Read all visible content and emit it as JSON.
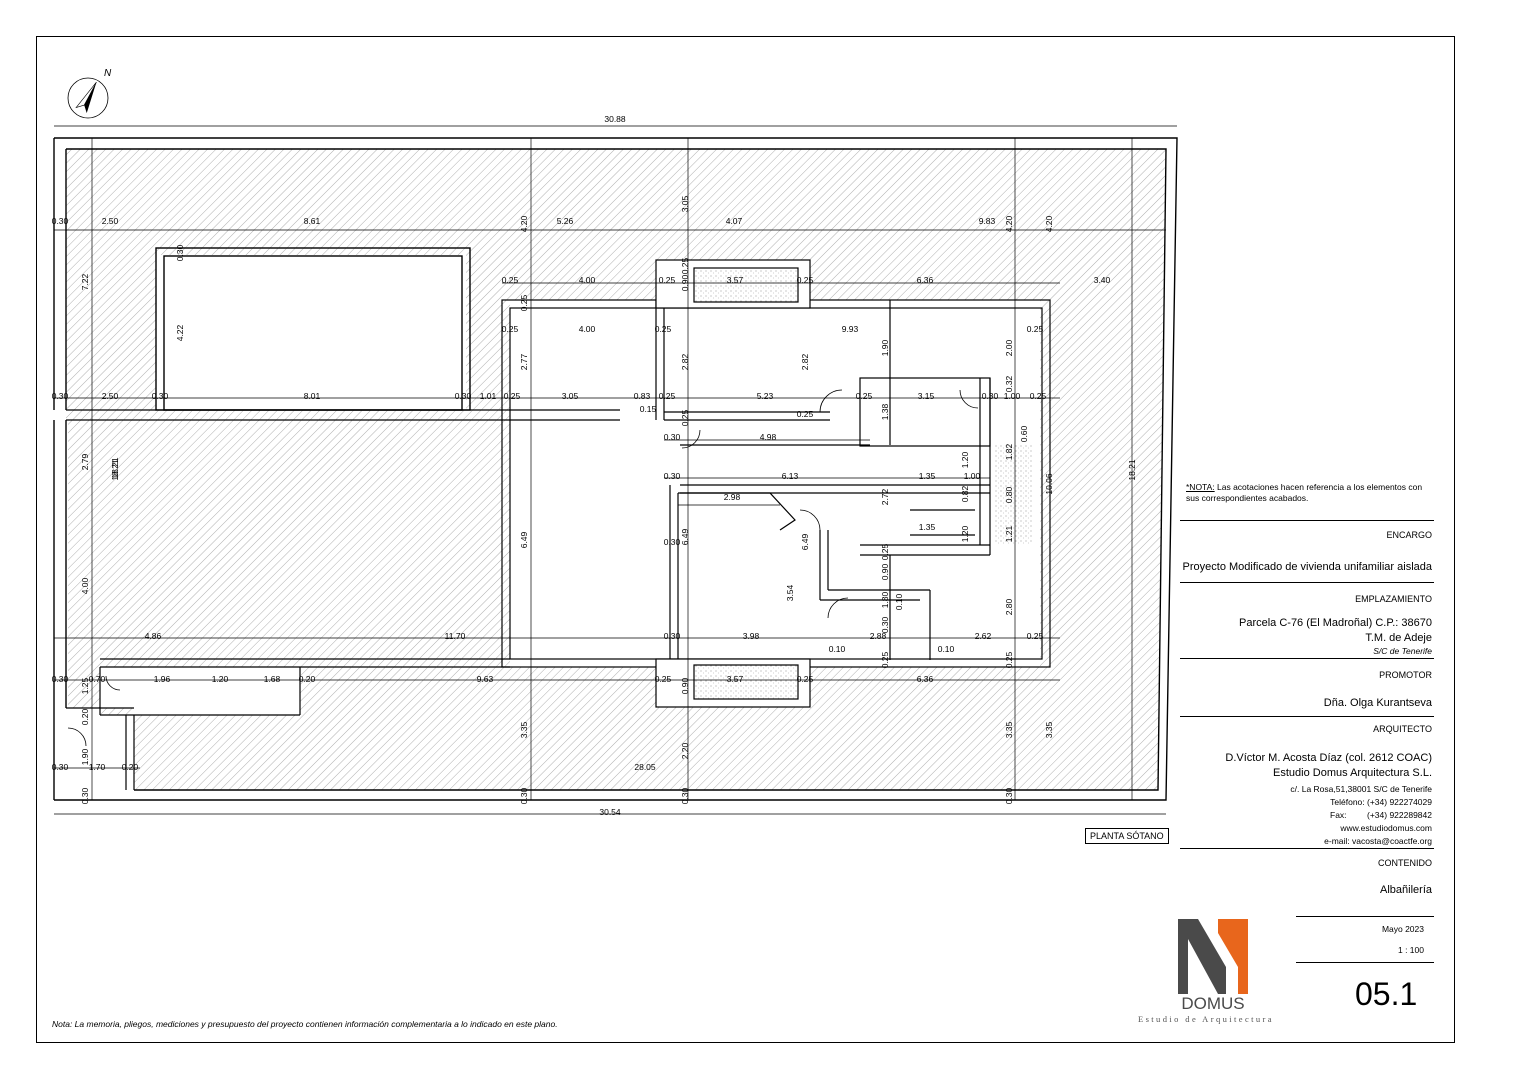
{
  "sheet": {
    "plan_label": "PLANTA SÓTANO",
    "north_label": "N",
    "note_prefix": "*NOTA:",
    "note_text": " Las acotaciones hacen referencia a los elementos con sus correspondientes acabados.",
    "bottom_note": "Nota: La memoria, pliegos, mediciones y presupuesto del proyecto contienen información complementaria a lo indicado en este plano."
  },
  "title_block": {
    "encargo_heading": "ENCARGO",
    "encargo": "Proyecto Modificado de vivienda unifamiliar aislada",
    "emplazamiento_heading": "EMPLAZAMIENTO",
    "emplazamiento_line1": "Parcela C-76 (El Madroñal) C.P.: 38670",
    "emplazamiento_line2": "T.M. de Adeje",
    "emplazamiento_line3": "S/C de Tenerife",
    "promotor_heading": "PROMOTOR",
    "promotor": "Dña. Olga Kurantseva",
    "arquitecto_heading": "ARQUITECTO",
    "arquitecto_name": "D.Víctor M. Acosta Díaz (col. 2612 COAC)",
    "arquitecto_studio": "Estudio Domus Arquitectura S.L.",
    "address": "c/. La Rosa,51,38001 S/C de Tenerife",
    "phone": "Teléfono: (+34) 922274029",
    "fax_label": "Fax:",
    "fax": "(+34) 922289842",
    "web": "www.estudiodomus.com",
    "email": "e-mail: vacosta@coactfe.org",
    "contenido_heading": "CONTENIDO",
    "contenido": "Albañilería",
    "date": "Mayo 2023",
    "scale": "1 : 100",
    "sheet_number": "05.1"
  },
  "logo": {
    "name": "DOMUS",
    "tagline": "Estudio de Arquitectura",
    "color_dark": "#4a4a4a",
    "color_accent": "#e8661c"
  },
  "dimensions": {
    "overall_top": "30.88",
    "overall_bottom": "30.54",
    "overall_left": "18.21",
    "overall_right": "18.21",
    "labels": [
      "0.30",
      "2.50",
      "8.61",
      "4.20",
      "5.26",
      "4.07",
      "9.83",
      "4.20",
      "4.20",
      "3.05",
      "7.22",
      "4.22",
      "0.30",
      "0.25",
      "4.00",
      "0.25",
      "0.90",
      "0.25",
      "3.57",
      "0.25",
      "6.36",
      "3.40",
      "0.25",
      "0.25",
      "4.00",
      "0.25",
      "2.77",
      "2.82",
      "2.82",
      "9.93",
      "1.90",
      "2.00",
      "0.25",
      "0.30",
      "2.50",
      "0.30",
      "8.01",
      "0.30",
      "1.01",
      "0.25",
      "3.05",
      "0.83",
      "0.25",
      "5.23",
      "0.25",
      "0.25",
      "1.38",
      "3.15",
      "0.30",
      "1.00",
      "0.25",
      "0.32",
      "0.15",
      "0.25",
      "0.30",
      "4.98",
      "2.79",
      "18.21",
      "1.82",
      "0.60",
      "0.30",
      "6.13",
      "1.20",
      "1.35",
      "1.00",
      "0.82",
      "10.06",
      "2.98",
      "2.72",
      "0.80",
      "1.35",
      "1.20",
      "1.21",
      "0.30",
      "6.49",
      "6.49",
      "6.49",
      "0.25",
      "0.90",
      "3.54",
      "0.10",
      "2.80",
      "0.30",
      "4.00",
      "4.86",
      "11.70",
      "0.30",
      "3.98",
      "1.80",
      "2.88",
      "2.62",
      "0.25",
      "0.10",
      "0.10",
      "0.25",
      "0.30",
      "0.70",
      "1.96",
      "1.20",
      "1.68",
      "0.20",
      "9.63",
      "0.25",
      "0.90",
      "3.57",
      "0.25",
      "6.36",
      "0.25",
      "1.25",
      "0.20",
      "3.35",
      "3.35",
      "3.35",
      "2.20",
      "1.90",
      "0.30",
      "1.70",
      "0.20",
      "28.05",
      "0.30",
      "0.30",
      "0.30",
      "0.30"
    ]
  }
}
